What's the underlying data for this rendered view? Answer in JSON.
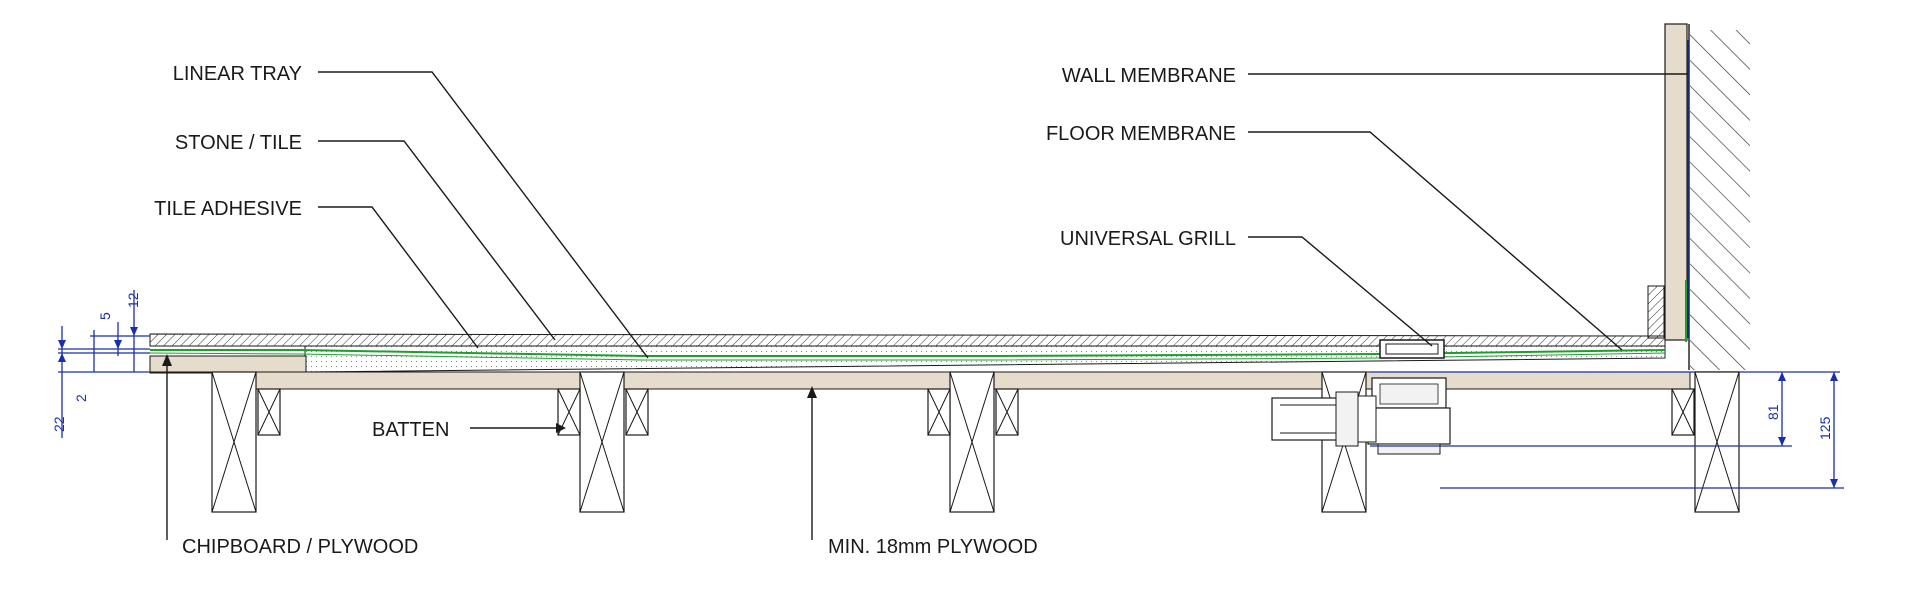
{
  "labels": {
    "linear_tray": "LINEAR TRAY",
    "stone_tile": "STONE / TILE",
    "tile_adhesive": "TILE ADHESIVE",
    "batten": "BATTEN",
    "chipboard_plywood": "CHIPBOARD / PLYWOOD",
    "min_plywood": "MIN. 18mm PLYWOOD",
    "wall_membrane": "WALL MEMBRANE",
    "floor_membrane": "FLOOR MEMBRANE",
    "universal_grill": "UNIVERSAL GRILL"
  },
  "dimensions": {
    "d12": "12",
    "d5": "5",
    "d2": "2",
    "d22": "22",
    "d81": "81",
    "d125": "125"
  },
  "colors": {
    "line": "#1a1a1a",
    "dimension": "#1b2fa8",
    "membrane": "#1f9e2e",
    "timber": "#e6dccb"
  }
}
